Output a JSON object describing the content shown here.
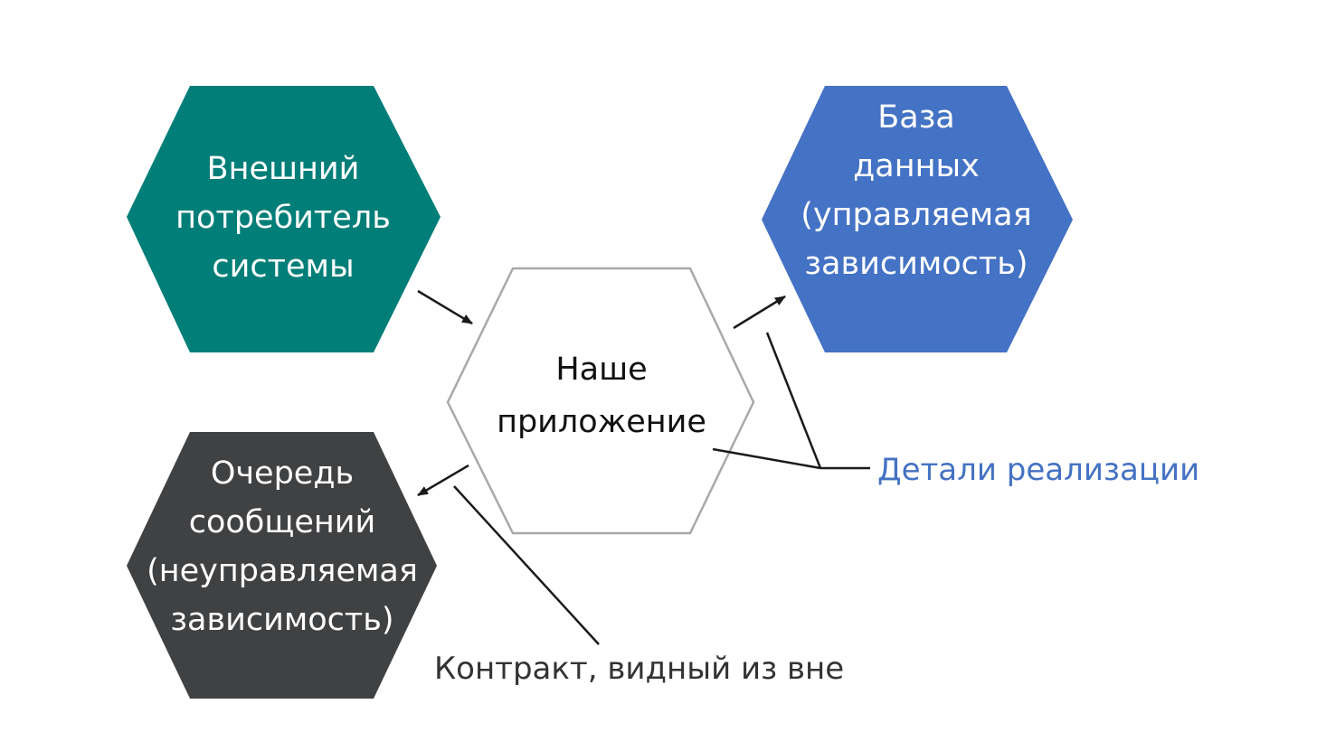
{
  "colors": {
    "consumer_fill": "#017e78",
    "database_fill": "#4472c4",
    "queue_fill": "#404142",
    "app_stroke": "#a9a9a9",
    "arrow": "#1a1a1a",
    "impl_text": "#4472c4",
    "contract_text": "#333333"
  },
  "nodes": {
    "consumer": {
      "lines": [
        "Внешний",
        "потребитель",
        "системы"
      ]
    },
    "database": {
      "lines": [
        "База",
        "данных",
        "(управляемая",
        "зависимость)"
      ]
    },
    "app": {
      "lines": [
        "Наше",
        "приложение"
      ]
    },
    "queue": {
      "lines": [
        "Очередь",
        "сообщений",
        "(неуправляемая",
        "зависимость)"
      ]
    }
  },
  "callouts": {
    "implementation_details": "Детали реализации",
    "external_contract": "Контракт, видный из вне"
  }
}
